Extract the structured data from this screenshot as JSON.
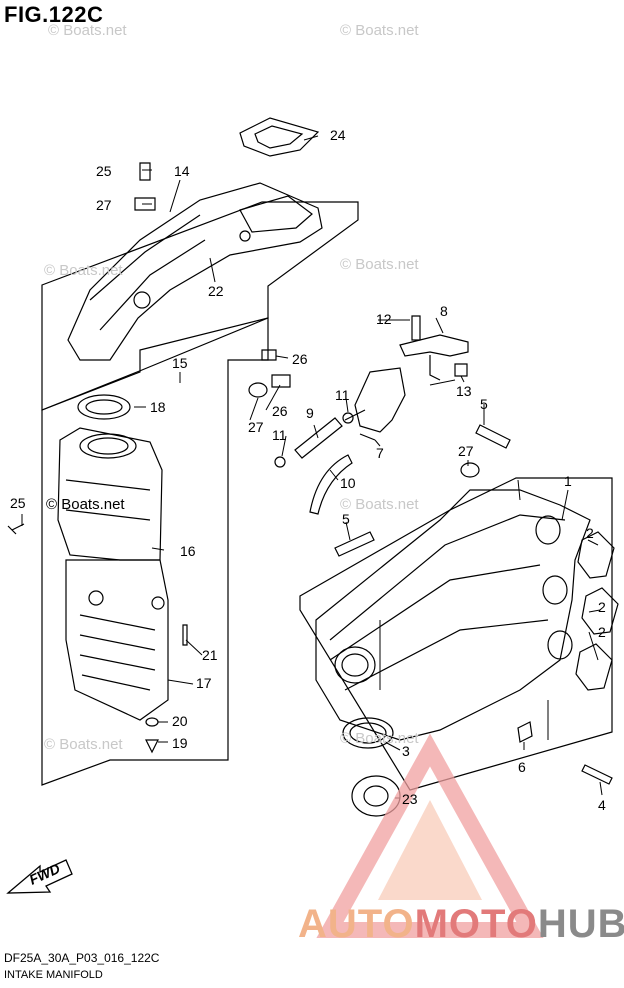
{
  "figure_title": "FIG.122C",
  "watermark_text": "© Boats.net",
  "footer_code": "DF25A_30A_P03_016_122C",
  "footer_title": "INTAKE MANIFOLD",
  "fwd_label": "FWD",
  "brand": {
    "part1": "AUTO",
    "part2": "MOTO",
    "part3": "HUB"
  },
  "callouts": [
    {
      "id": "1",
      "label": "1"
    },
    {
      "id": "2a",
      "label": "2"
    },
    {
      "id": "2b",
      "label": "2"
    },
    {
      "id": "2c",
      "label": "2"
    },
    {
      "id": "3",
      "label": "3"
    },
    {
      "id": "4",
      "label": "4"
    },
    {
      "id": "5a",
      "label": "5"
    },
    {
      "id": "5b",
      "label": "5"
    },
    {
      "id": "6",
      "label": "6"
    },
    {
      "id": "7",
      "label": "7"
    },
    {
      "id": "8",
      "label": "8"
    },
    {
      "id": "9",
      "label": "9"
    },
    {
      "id": "10",
      "label": "10"
    },
    {
      "id": "11a",
      "label": "11"
    },
    {
      "id": "11b",
      "label": "11"
    },
    {
      "id": "12",
      "label": "12"
    },
    {
      "id": "13",
      "label": "13"
    },
    {
      "id": "14",
      "label": "14"
    },
    {
      "id": "15",
      "label": "15"
    },
    {
      "id": "16",
      "label": "16"
    },
    {
      "id": "17",
      "label": "17"
    },
    {
      "id": "18",
      "label": "18"
    },
    {
      "id": "19",
      "label": "19"
    },
    {
      "id": "20",
      "label": "20"
    },
    {
      "id": "21",
      "label": "21"
    },
    {
      "id": "22",
      "label": "22"
    },
    {
      "id": "23",
      "label": "23"
    },
    {
      "id": "24",
      "label": "24"
    },
    {
      "id": "25a",
      "label": "25"
    },
    {
      "id": "25b",
      "label": "25"
    },
    {
      "id": "26a",
      "label": "26"
    },
    {
      "id": "26b",
      "label": "26"
    },
    {
      "id": "27a",
      "label": "27"
    },
    {
      "id": "27b",
      "label": "27"
    },
    {
      "id": "27c",
      "label": "27"
    }
  ],
  "colors": {
    "line": "#000000",
    "watermark": "#c8c8c8",
    "logo_red": "#e06a6a",
    "logo_orange": "#f2b38a",
    "logo_grey": "#8a8a8a"
  }
}
